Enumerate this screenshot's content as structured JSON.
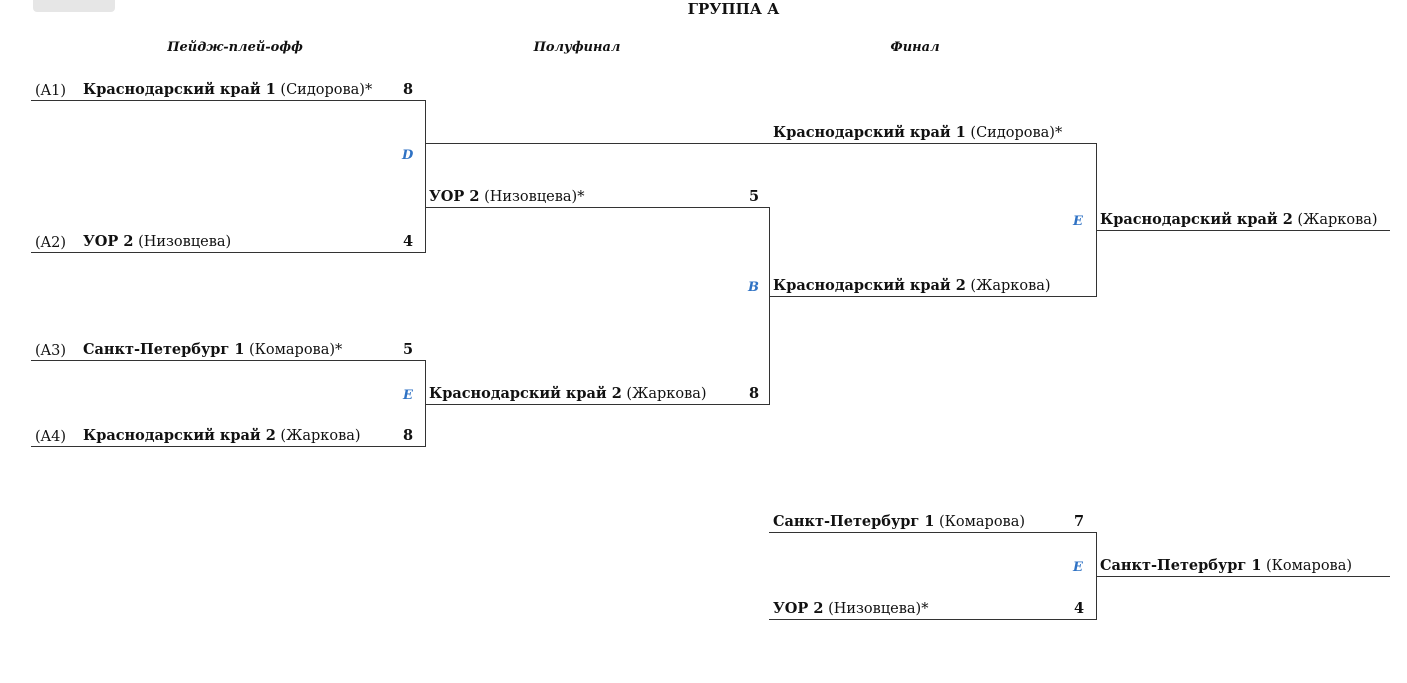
{
  "title": "ГРУППА А",
  "rounds": {
    "playoff": "Пейдж-плей-офф",
    "semifinal": "Полуфинал",
    "final": "Финал"
  },
  "playoff": {
    "m1": {
      "top": {
        "seed": "(A1)",
        "team": "Краснодарский край 1",
        "player": "(Сидорова)*",
        "score": "8"
      },
      "bottom": {
        "seed": "(A2)",
        "team": "УОР 2",
        "player": "(Низовцева)",
        "score": "4"
      },
      "court": "D"
    },
    "m2": {
      "top": {
        "seed": "(A3)",
        "team": "Санкт-Петербург 1",
        "player": "(Комарова)*",
        "score": "5"
      },
      "bottom": {
        "seed": "(A4)",
        "team": "Краснодарский край 2",
        "player": "(Жаркова)",
        "score": "8"
      },
      "court": "E"
    }
  },
  "semifinal": {
    "top": {
      "team": "УОР 2",
      "player": "(Низовцева)*",
      "score": "5"
    },
    "bottom": {
      "team": "Краснодарский край 2",
      "player": "(Жаркова)",
      "score": "8"
    },
    "court": "B"
  },
  "final": {
    "top": {
      "team": "Краснодарский край 1",
      "player": "(Сидорова)*"
    },
    "bottom": {
      "team": "Краснодарский край 2",
      "player": "(Жаркова)"
    },
    "court": "E",
    "winner": {
      "team": "Краснодарский край 2",
      "player": "(Жаркова)"
    }
  },
  "third_place": {
    "top": {
      "team": "Санкт-Петербург 1",
      "player": "(Комарова)",
      "score": "7"
    },
    "bottom": {
      "team": "УОР 2",
      "player": "(Низовцева)*",
      "score": "4"
    },
    "court": "E",
    "winner": {
      "team": "Санкт-Петербург 1",
      "player": "(Комарова)"
    }
  }
}
